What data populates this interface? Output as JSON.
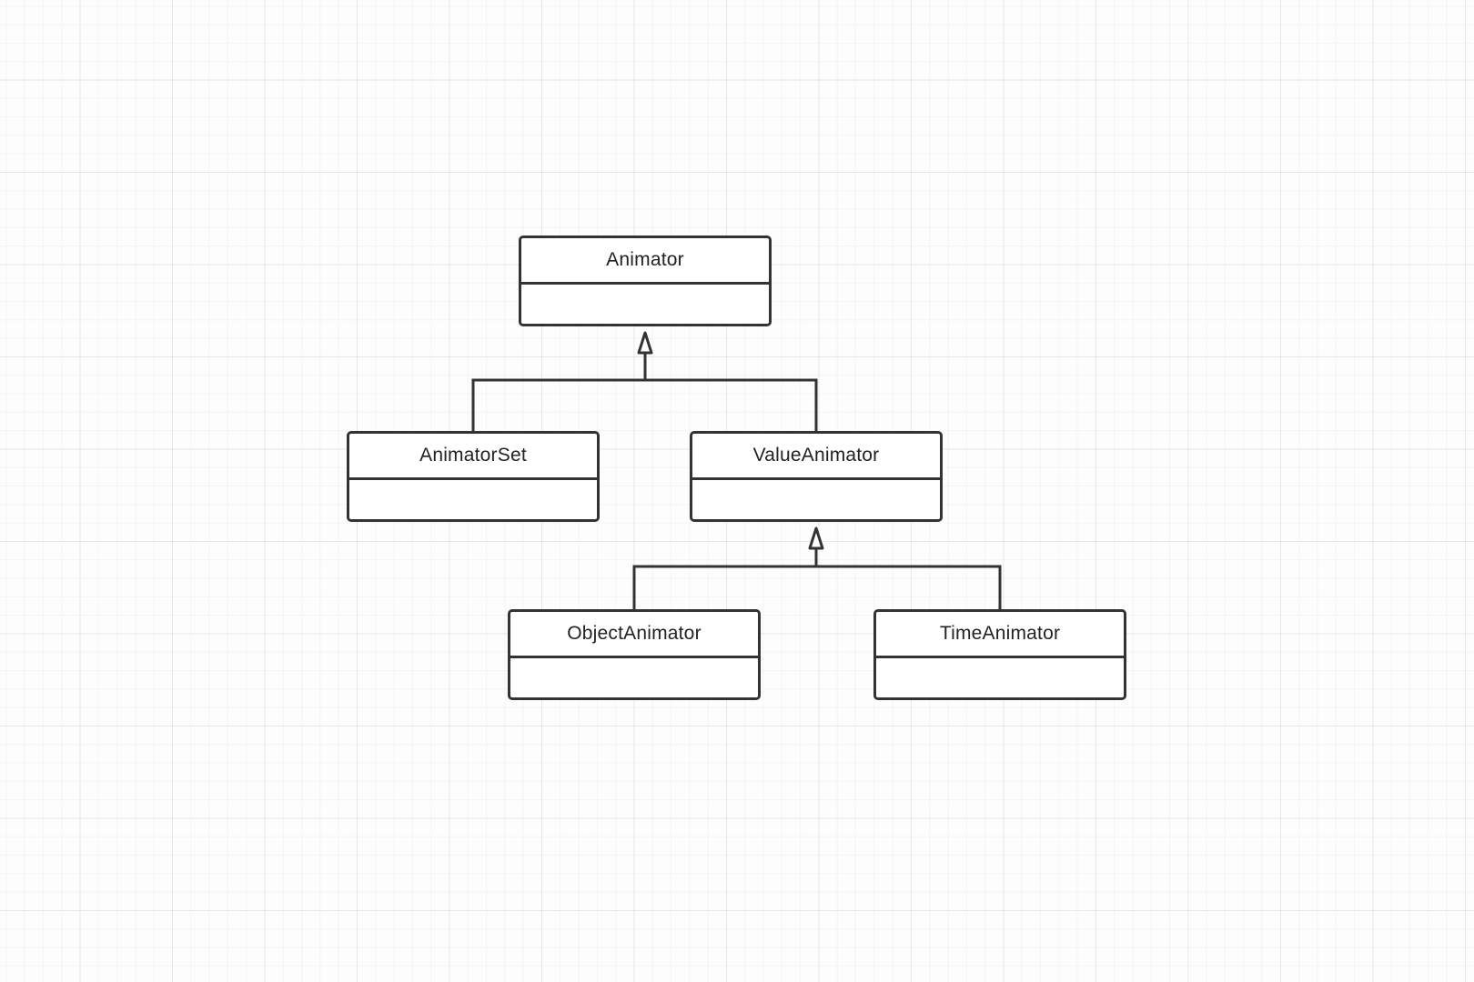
{
  "diagram": {
    "nodes": [
      {
        "id": "animator",
        "label": "Animator"
      },
      {
        "id": "animatorset",
        "label": "AnimatorSet"
      },
      {
        "id": "valueanimator",
        "label": "ValueAnimator"
      },
      {
        "id": "objectanimator",
        "label": "ObjectAnimator"
      },
      {
        "id": "timeanimator",
        "label": "TimeAnimator"
      }
    ],
    "edges": [
      {
        "from": "animatorset",
        "to": "animator",
        "type": "inheritance"
      },
      {
        "from": "valueanimator",
        "to": "animator",
        "type": "inheritance"
      },
      {
        "from": "objectanimator",
        "to": "valueanimator",
        "type": "inheritance"
      },
      {
        "from": "timeanimator",
        "to": "valueanimator",
        "type": "inheritance"
      }
    ]
  },
  "colors": {
    "line": "#333333",
    "box_fill": "#ffffff",
    "text": "#222222"
  }
}
